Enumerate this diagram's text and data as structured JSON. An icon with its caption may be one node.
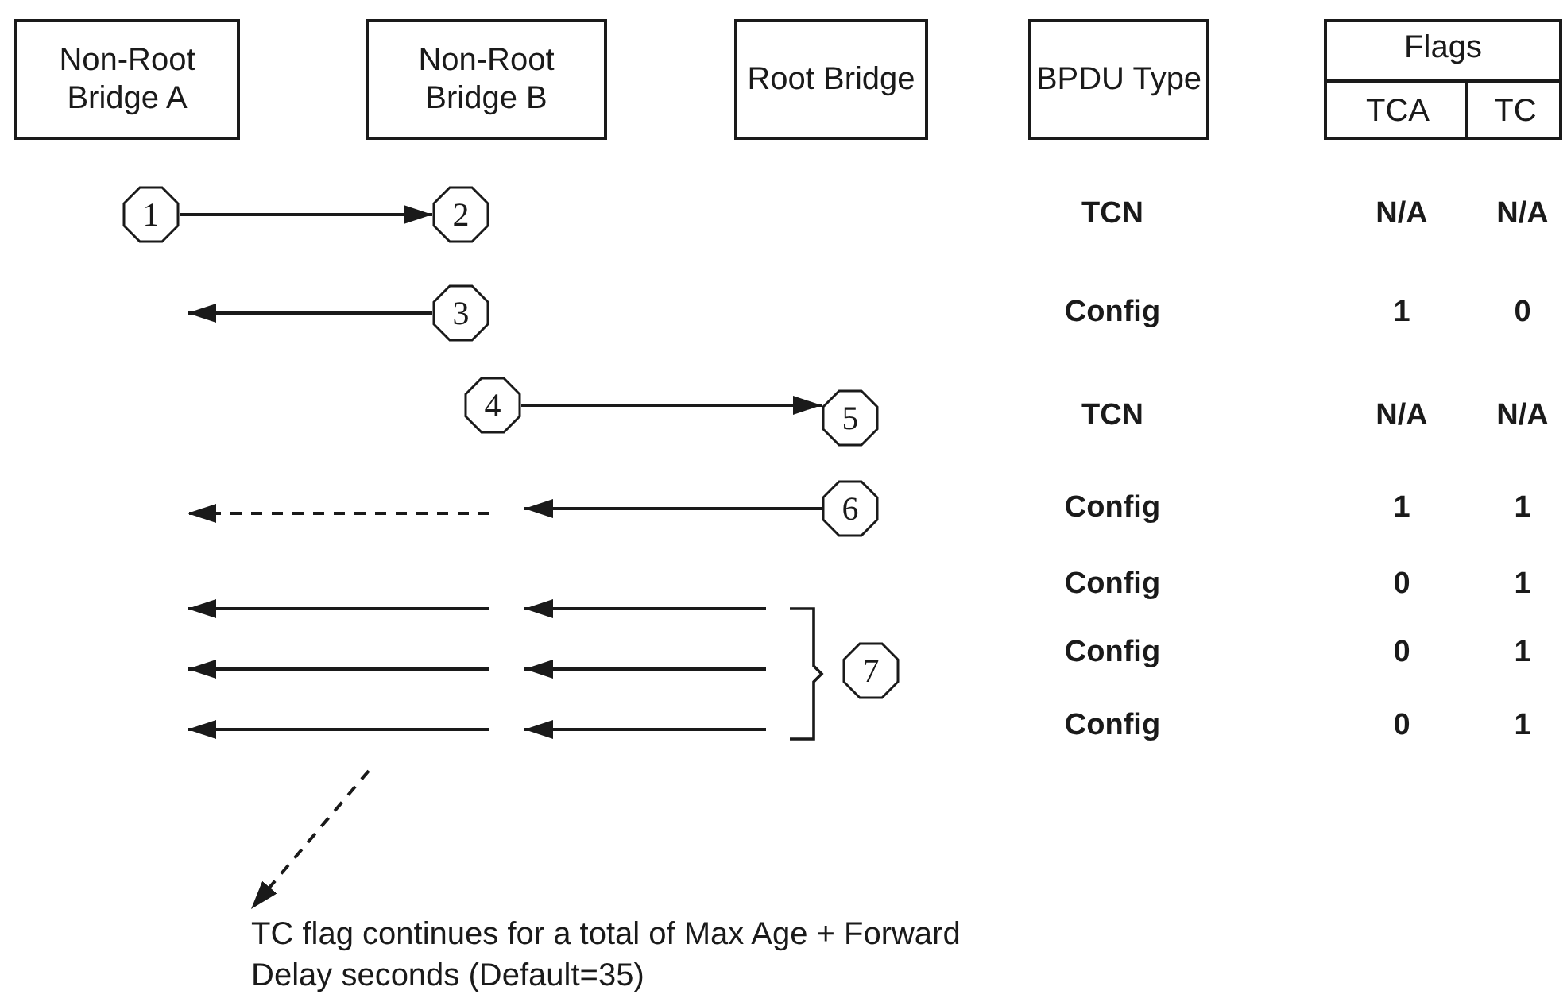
{
  "diagram": {
    "nodes": [
      {
        "text": [
          "Non-Root Bridge A"
        ]
      },
      {
        "text": [
          "Non-Root Bridge B"
        ]
      },
      {
        "text": [
          "Root Bridge"
        ]
      },
      {
        "text": [
          "BPDU Type"
        ]
      },
      {
        "text": [
          "Flags"
        ]
      },
      {
        "text": [
          "TCA"
        ],
        "in": 4
      },
      {
        "text": [
          "TC"
        ],
        "in": 4
      },
      {
        "text": [
          "1"
        ]
      },
      {
        "text": [
          "2"
        ]
      },
      {
        "text": [
          "3"
        ]
      },
      {
        "text": [
          "4"
        ]
      },
      {
        "text": [
          "5"
        ]
      },
      {
        "text": [
          "6"
        ]
      },
      {
        "text": [
          "7"
        ]
      },
      {
        "text": [
          "TC flag continues for a total of Max Age + Forward Delay seconds (Default=35)"
        ]
      }
    ],
    "edges": [
      {
        "from": 7,
        "to": 8,
        "arrow": "to"
      },
      {
        "from": 9,
        "to": null,
        "arrow": "to"
      },
      {
        "from": 10,
        "to": 11,
        "arrow": "to"
      },
      {
        "from": 12,
        "to": null,
        "arrow": "to"
      },
      {
        "from": null,
        "to": 14,
        "arrow": "to",
        "style": "dashed"
      }
    ],
    "labels": [
      "TCN",
      "N/A",
      "N/A",
      "Config",
      "1",
      "0",
      "TCN",
      "N/A",
      "N/A",
      "Config",
      "1",
      "1",
      "Config",
      "0",
      "1",
      "Config",
      "0",
      "1",
      "Config",
      "0",
      "1"
    ]
  }
}
